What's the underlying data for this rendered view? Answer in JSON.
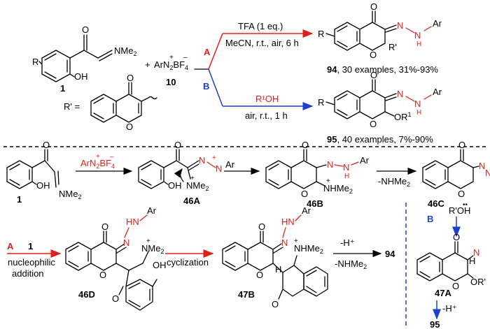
{
  "colors": {
    "red": "#e0201b",
    "blue": "#1f3fd0",
    "black": "#000000"
  },
  "reagents": {
    "diazonium": "ArN2BF4",
    "diazonium_label": "10",
    "start_label": "1",
    "r_prime_def": "R' =",
    "plus": "+"
  },
  "route_a": {
    "letter": "A",
    "reagent": "TFA (1 eq.)",
    "conditions": "MeCN, r.t., air, 6 h",
    "product_label": "94",
    "product_summary": ", 30 examples, 31%-93%"
  },
  "route_b": {
    "letter": "B",
    "reagent": "R¹OH",
    "conditions": "air, r.t., 1 h",
    "product_label": "95",
    "product_summary": ", 40 examples, 7%-90%"
  },
  "mechanism": {
    "step1_reagent": "ArN2BF4",
    "elim1": "-NHMe2",
    "elim2": "-H⁺",
    "elim3": "-NHMe2",
    "final_a": "94",
    "final_b": "95",
    "route_a_letter": "A",
    "route_a_reagent": "1",
    "route_a_note1": "nucleophilic",
    "route_a_note2": "addition",
    "cyclization": "cyclization",
    "route_b_letter": "B",
    "alcohol": "R'OH",
    "deprot": "-H⁺",
    "labels": {
      "c1": "1",
      "c46A": "46A",
      "c46B": "46B",
      "c46C": "46C",
      "c46D": "46D",
      "c47B": "47B",
      "c47A": "47A"
    }
  }
}
